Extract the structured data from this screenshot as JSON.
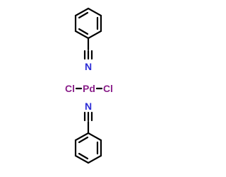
{
  "molecule": {
    "atoms": {
      "pd": "Pd",
      "cl_left": "Cl",
      "cl_right": "Cl",
      "n_top": "N",
      "n_bottom": "N"
    },
    "colors": {
      "pd": "#8a1f8a",
      "cl": "#8a1f8a",
      "n": "#2b2bd6",
      "bond": "#000000"
    }
  }
}
